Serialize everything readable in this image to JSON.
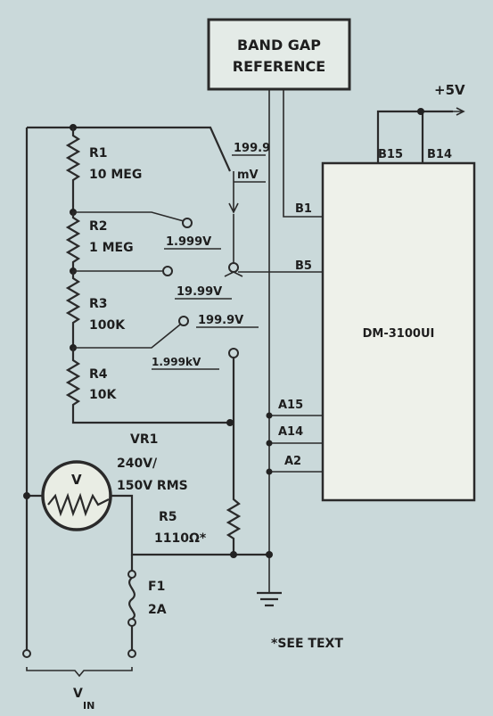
{
  "diagram": {
    "reference_box": {
      "line1": "BAND GAP",
      "line2": "REFERENCE"
    },
    "supply": {
      "label": "+5V"
    },
    "chip": {
      "name": "DM-3100UI",
      "pins": {
        "b1": "B1",
        "b5": "B5",
        "b15": "B15",
        "b14": "B14",
        "a15": "A15",
        "a14": "A14",
        "a2": "A2"
      }
    },
    "resistors": [
      {
        "ref": "R1",
        "value": "10 MEG"
      },
      {
        "ref": "R2",
        "value": "1 MEG"
      },
      {
        "ref": "R3",
        "value": "100K"
      },
      {
        "ref": "R4",
        "value": "10K"
      },
      {
        "ref": "R5",
        "value": "1110Ω*"
      }
    ],
    "ranges": {
      "r1_line1": "199.9",
      "r1_line2": "mV",
      "r2": "1.999V",
      "r3": "19.99V",
      "r4": "199.9V",
      "r5": "1.999kV"
    },
    "varistor": {
      "ref": "VR1",
      "symbol": "V",
      "line1": "240V/",
      "line2": "150V RMS"
    },
    "fuse": {
      "ref": "F1",
      "value": "2A"
    },
    "input": {
      "label": "V",
      "subscript": "IN"
    },
    "note": "*SEE TEXT"
  }
}
